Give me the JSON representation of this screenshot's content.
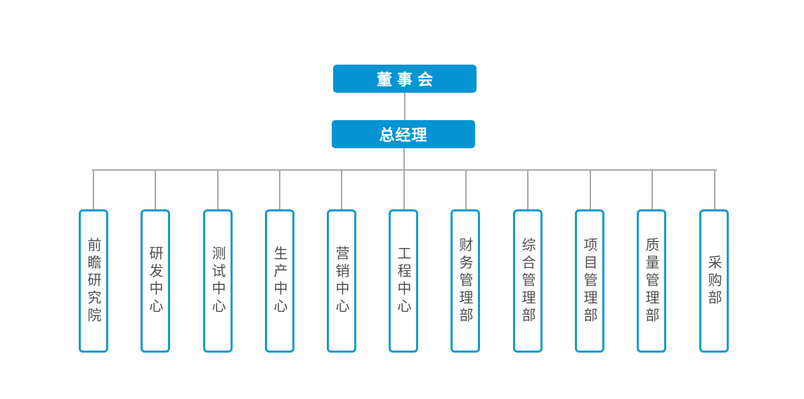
{
  "colors": {
    "top_fill": "#0794d4",
    "dept_border": "#139ccd",
    "connector": "#a9a9a9",
    "dept_text": "#4f4f4f"
  },
  "board": {
    "label": "董事会"
  },
  "gm": {
    "label": "总经理"
  },
  "departments": [
    {
      "label": "前瞻研究院"
    },
    {
      "label": "研发中心"
    },
    {
      "label": "测试中心"
    },
    {
      "label": "生产中心"
    },
    {
      "label": "营销中心"
    },
    {
      "label": "工程中心"
    },
    {
      "label": "财务管理部"
    },
    {
      "label": "综合管理部"
    },
    {
      "label": "项目管理部"
    },
    {
      "label": "质量管理部"
    },
    {
      "label": "采购部"
    }
  ]
}
